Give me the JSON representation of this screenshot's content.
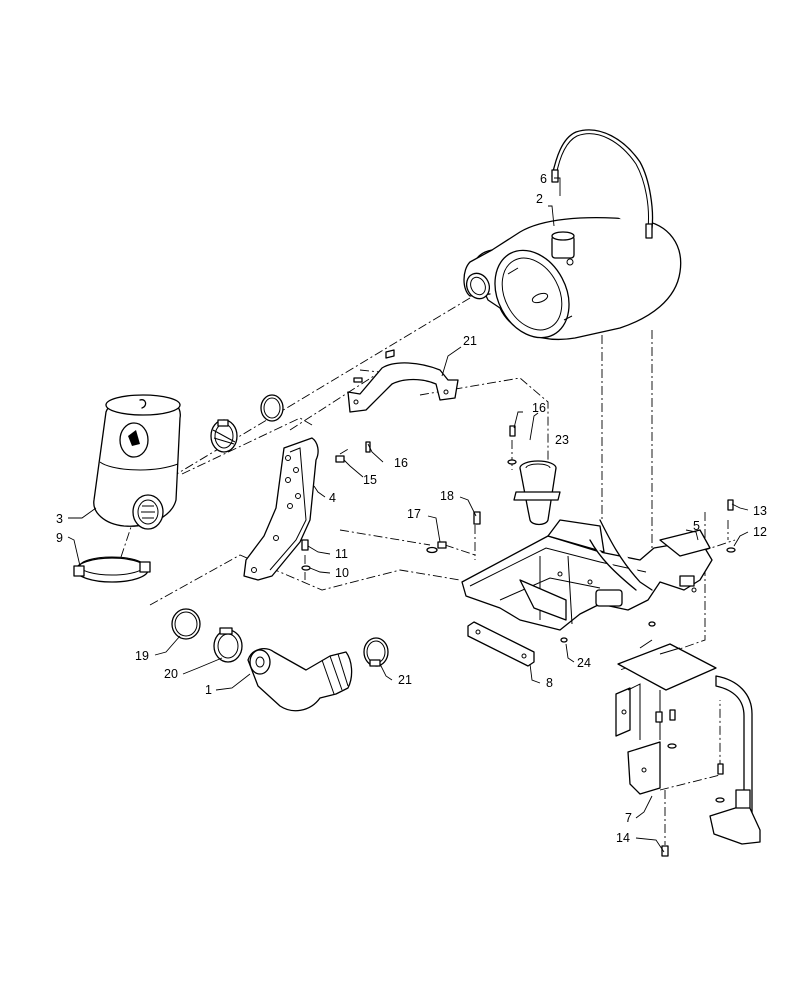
{
  "callouts": [
    {
      "id": "c1",
      "text": "1"
    },
    {
      "id": "c2",
      "text": "2"
    },
    {
      "id": "c3",
      "text": "3"
    },
    {
      "id": "c4",
      "text": "4"
    },
    {
      "id": "c5",
      "text": "5"
    },
    {
      "id": "c6",
      "text": "6"
    },
    {
      "id": "c7",
      "text": "7"
    },
    {
      "id": "c8",
      "text": "8"
    },
    {
      "id": "c9",
      "text": "9"
    },
    {
      "id": "c10",
      "text": "10"
    },
    {
      "id": "c11",
      "text": "11"
    },
    {
      "id": "c12",
      "text": "12"
    },
    {
      "id": "c13",
      "text": "13"
    },
    {
      "id": "c14",
      "text": "14"
    },
    {
      "id": "c15",
      "text": "15"
    },
    {
      "id": "c16a",
      "text": "16"
    },
    {
      "id": "c16b",
      "text": "16"
    },
    {
      "id": "c17",
      "text": "17"
    },
    {
      "id": "c18",
      "text": "18"
    },
    {
      "id": "c19",
      "text": "19"
    },
    {
      "id": "c20",
      "text": "20"
    },
    {
      "id": "c21",
      "text": "21"
    },
    {
      "id": "c22",
      "text": "22"
    },
    {
      "id": "c23",
      "text": "23"
    },
    {
      "id": "c24",
      "text": "24"
    }
  ],
  "colors": {
    "line": "#000000",
    "background": "#ffffff"
  }
}
